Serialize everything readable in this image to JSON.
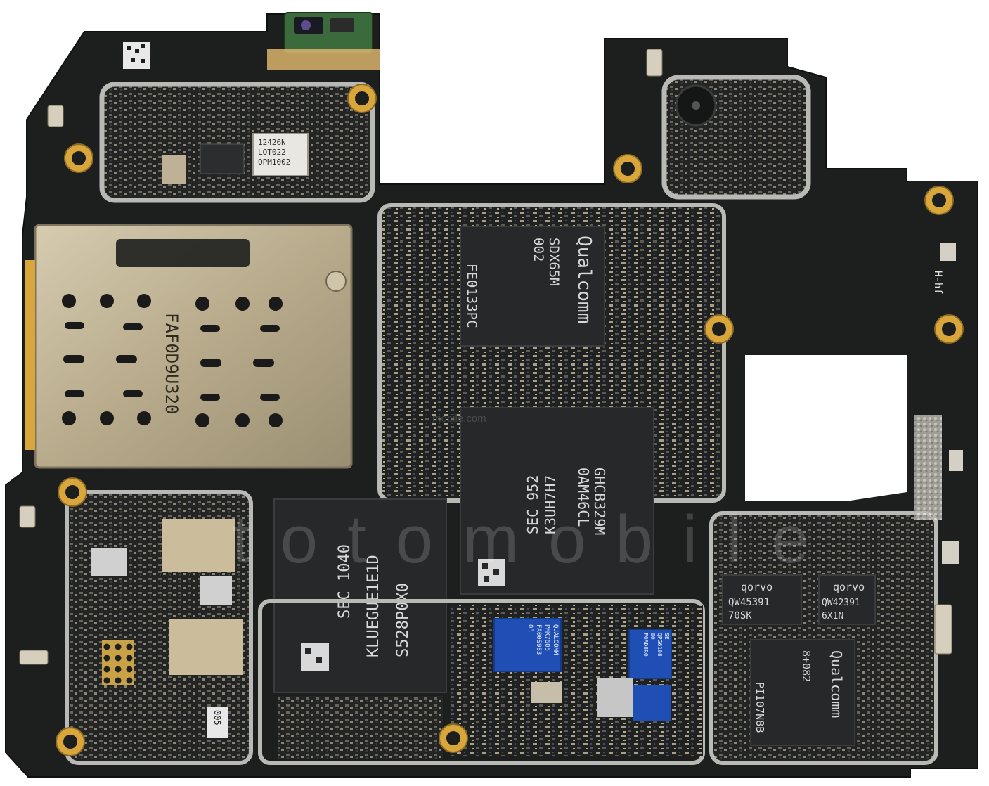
{
  "watermark": {
    "small": "mobile.com",
    "large": "totomobile"
  },
  "labels": {
    "rf_shield_chip": [
      "12426N",
      "LOT022",
      "QPM1002"
    ],
    "sim_tray_code": "FAF0D9U320",
    "modem_chip": [
      "SDX65M",
      "002",
      "FE0133PC"
    ],
    "modem_brand": "Qualcomm",
    "soc_chip": [
      "SEC 952",
      "K3UH7H7",
      "0AM46CL",
      "GHCB329M"
    ],
    "storage_chip": [
      "SEC 1040",
      "KLUEGUE1E1D",
      "S528P0X0"
    ],
    "qorvo_left": [
      "qorvo",
      "QW45391",
      "70SK"
    ],
    "qorvo_right": [
      "qorvo",
      "QW42391",
      "6X1N"
    ],
    "pmic_brand": "Qualcomm",
    "pmic_chip": [
      "8+082",
      "PI107N8B"
    ],
    "blue_chip_a": [
      "QUALCOMM",
      "PMK7605",
      "FA00S983",
      "03"
    ],
    "blue_chip_b": [
      "SE",
      "QPG6108",
      "00",
      "F0AD8R0"
    ],
    "small_part": "005",
    "side_silk": "H-hf"
  },
  "colors": {
    "board": "#1d1f1e",
    "shield_border": "#b9b9b5",
    "gold": "#e0b13a",
    "chip": "#26282a",
    "blue_chip": "#1f4fb5"
  }
}
